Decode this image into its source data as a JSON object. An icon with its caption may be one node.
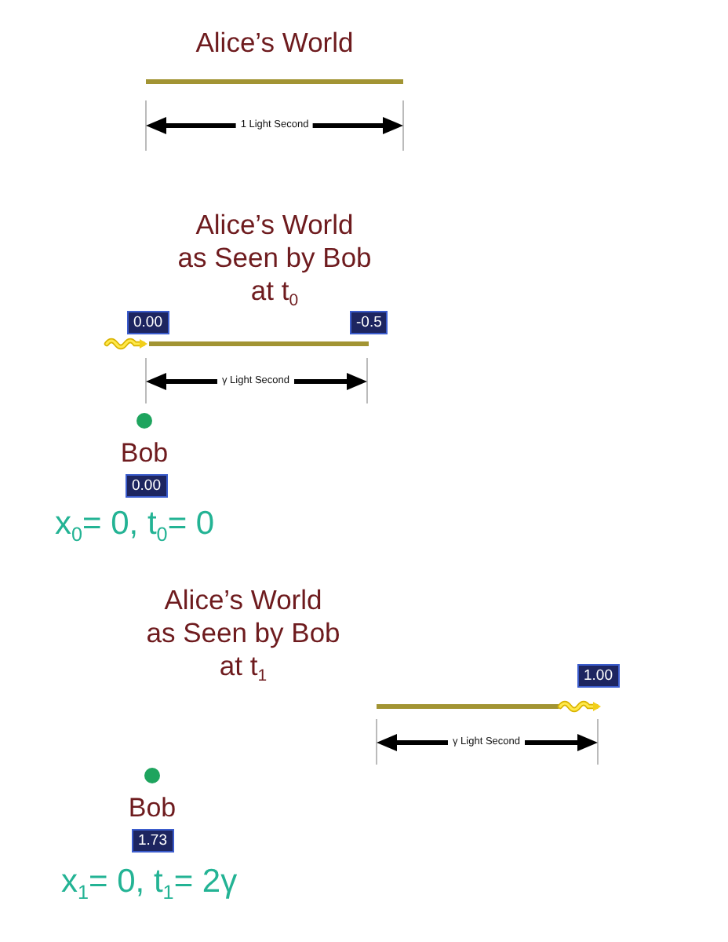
{
  "diagram": {
    "nodes": [
      {
        "text": [],
        "shape": "bar"
      },
      {
        "text": [
          "0.00"
        ]
      },
      {
        "text": [
          "-0.5"
        ]
      },
      {
        "text": [],
        "shape": "bar"
      },
      {
        "text": [
          "0.00"
        ]
      },
      {
        "text": [
          "1.00"
        ]
      },
      {
        "text": [],
        "shape": "bar"
      },
      {
        "text": [
          "1.73"
        ]
      }
    ],
    "labels": [
      "Alice’s World",
      "1 Light Second",
      "Alice’s World as Seen by Bob at t$_{0}$",
      "γ Light Second",
      "Bob",
      "x$_{0}$= 0, t$_{0}$= 0",
      "Alice’s World as Seen by Bob at t$_{1}$",
      "γ Light Second",
      "Bob",
      "x$_{1}$= 0, t$_{1}$= 2γ"
    ]
  }
}
